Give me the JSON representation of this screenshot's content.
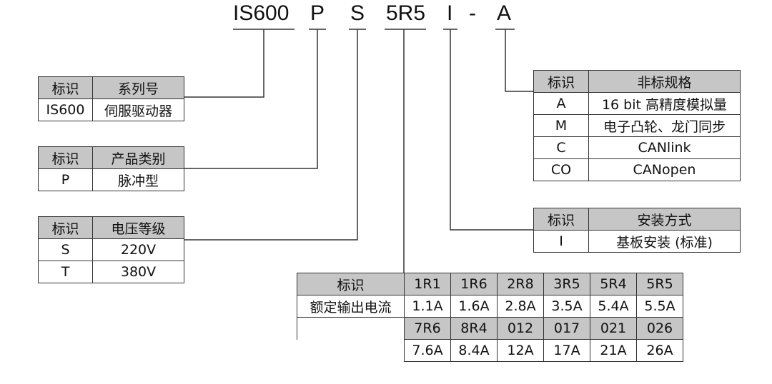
{
  "code": {
    "series": "IS600",
    "type": "P",
    "voltage": "S",
    "current": "5R5",
    "mount": "I",
    "dash": "-",
    "nonstandard": "A"
  },
  "series_table": {
    "header": [
      "标识",
      "系列号"
    ],
    "rows": [
      [
        "IS600",
        "伺服驱动器"
      ]
    ]
  },
  "type_table": {
    "header": [
      "标识",
      "产品类别"
    ],
    "rows": [
      [
        "P",
        "脉冲型"
      ]
    ]
  },
  "voltage_table": {
    "header": [
      "标识",
      "电压等级"
    ],
    "rows": [
      [
        "S",
        "220V"
      ],
      [
        "T",
        "380V"
      ]
    ]
  },
  "nonstandard_table": {
    "header": [
      "标识",
      "非标规格"
    ],
    "rows": [
      [
        "A",
        "16 bit 高精度模拟量"
      ],
      [
        "M",
        "电子凸轮、龙门同步"
      ],
      [
        "C",
        "CANlink"
      ],
      [
        "CO",
        "CANopen"
      ]
    ]
  },
  "mount_table": {
    "header": [
      "标识",
      "安装方式"
    ],
    "rows": [
      [
        "I",
        "基板安装 (标准)"
      ]
    ]
  },
  "current_table": {
    "label_header": "标识",
    "label_value": "额定输出电流",
    "codes_row1": [
      "1R1",
      "1R6",
      "2R8",
      "3R5",
      "5R4",
      "5R5"
    ],
    "values_row1": [
      "1.1A",
      "1.6A",
      "2.8A",
      "3.5A",
      "5.4A",
      "5.5A"
    ],
    "codes_row2": [
      "7R6",
      "8R4",
      "012",
      "017",
      "021",
      "026"
    ],
    "values_row2": [
      "7.6A",
      "8.4A",
      "12A",
      "17A",
      "21A",
      "26A"
    ]
  }
}
